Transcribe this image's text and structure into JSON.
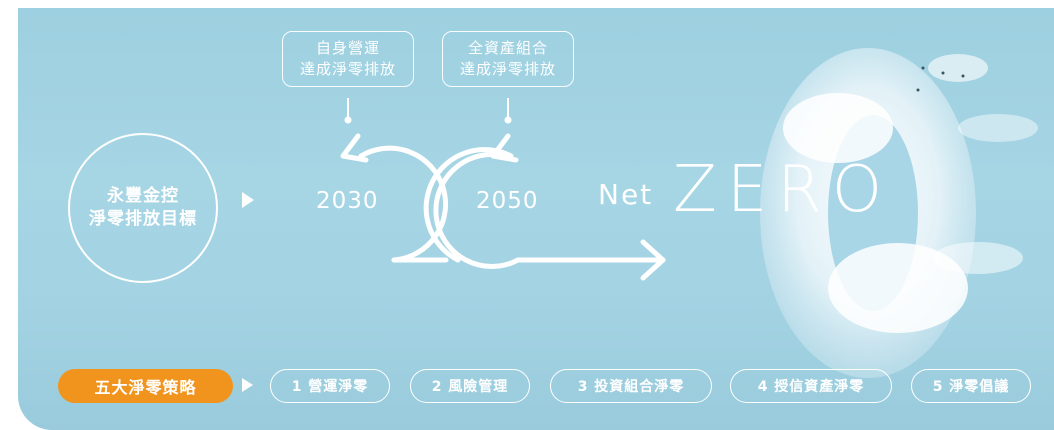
{
  "colors": {
    "sky": "#a3d3e3",
    "accent": "#f0941e",
    "line": "#ffffff"
  },
  "title": {
    "line1": "永豐金控",
    "line2": "淨零排放目標"
  },
  "milestones": [
    {
      "year": "2030",
      "note_line1": "自身營運",
      "note_line2": "達成淨零排放"
    },
    {
      "year": "2050",
      "note_line1": "全資產組合",
      "note_line2": "達成淨零排放"
    }
  ],
  "goal": {
    "net": "Net",
    "zero": "ZERO"
  },
  "strategies": {
    "label": "五大淨零策略",
    "items": [
      "1 營運淨零",
      "2 風險管理",
      "3 投資組合淨零",
      "4 授信資產淨零",
      "5 淨零倡議"
    ]
  }
}
